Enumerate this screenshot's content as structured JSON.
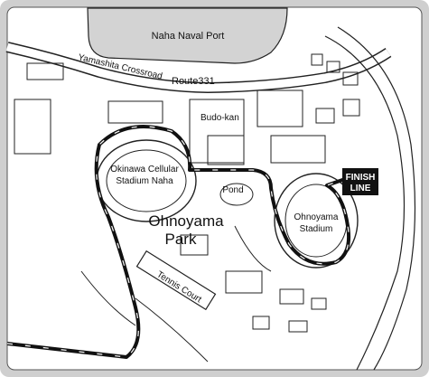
{
  "map": {
    "labels": {
      "port": "Naha Naval Port",
      "crossroad": "Yamashita Crossroad",
      "route": "Route331",
      "budokan": "Budo-kan",
      "stadium_naha_1": "Okinawa Cellular",
      "stadium_naha_2": "Stadium Naha",
      "pond": "Pond",
      "ohnoyama_stadium_1": "Ohnoyama",
      "ohnoyama_stadium_2": "Stadium",
      "park_1": "Ohnoyama",
      "park_2": "Park",
      "tennis": "Tennis Court",
      "finish_1": "FINISH",
      "finish_2": "LINE"
    },
    "colors": {
      "frame_bg": "#cfcfcf",
      "map_bg": "#ffffff",
      "water": "#d3d3d3",
      "route": "#111111",
      "finish_bg": "#111111",
      "finish_text": "#ffffff"
    }
  }
}
